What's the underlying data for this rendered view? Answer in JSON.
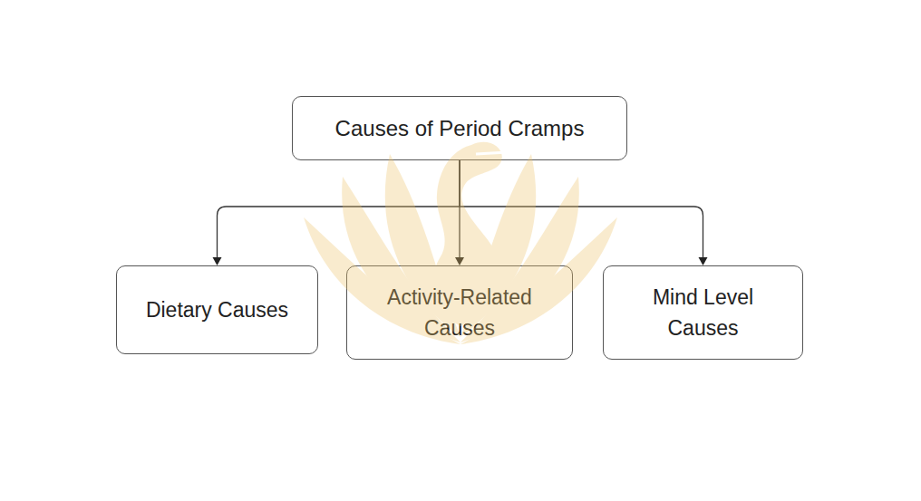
{
  "diagram": {
    "nodes": [
      {
        "text": [
          "Causes of Period Cramps"
        ]
      },
      {
        "text": [
          "Dietary Causes"
        ]
      },
      {
        "text": [
          "Activity-Related Causes"
        ]
      },
      {
        "text": [
          "Mind Level Causes"
        ]
      }
    ],
    "edges": [
      {
        "from": 0,
        "to": 1,
        "arrow": "to"
      },
      {
        "from": 0,
        "to": 2,
        "arrow": "to"
      },
      {
        "from": 0,
        "to": 3,
        "arrow": "to"
      }
    ]
  }
}
